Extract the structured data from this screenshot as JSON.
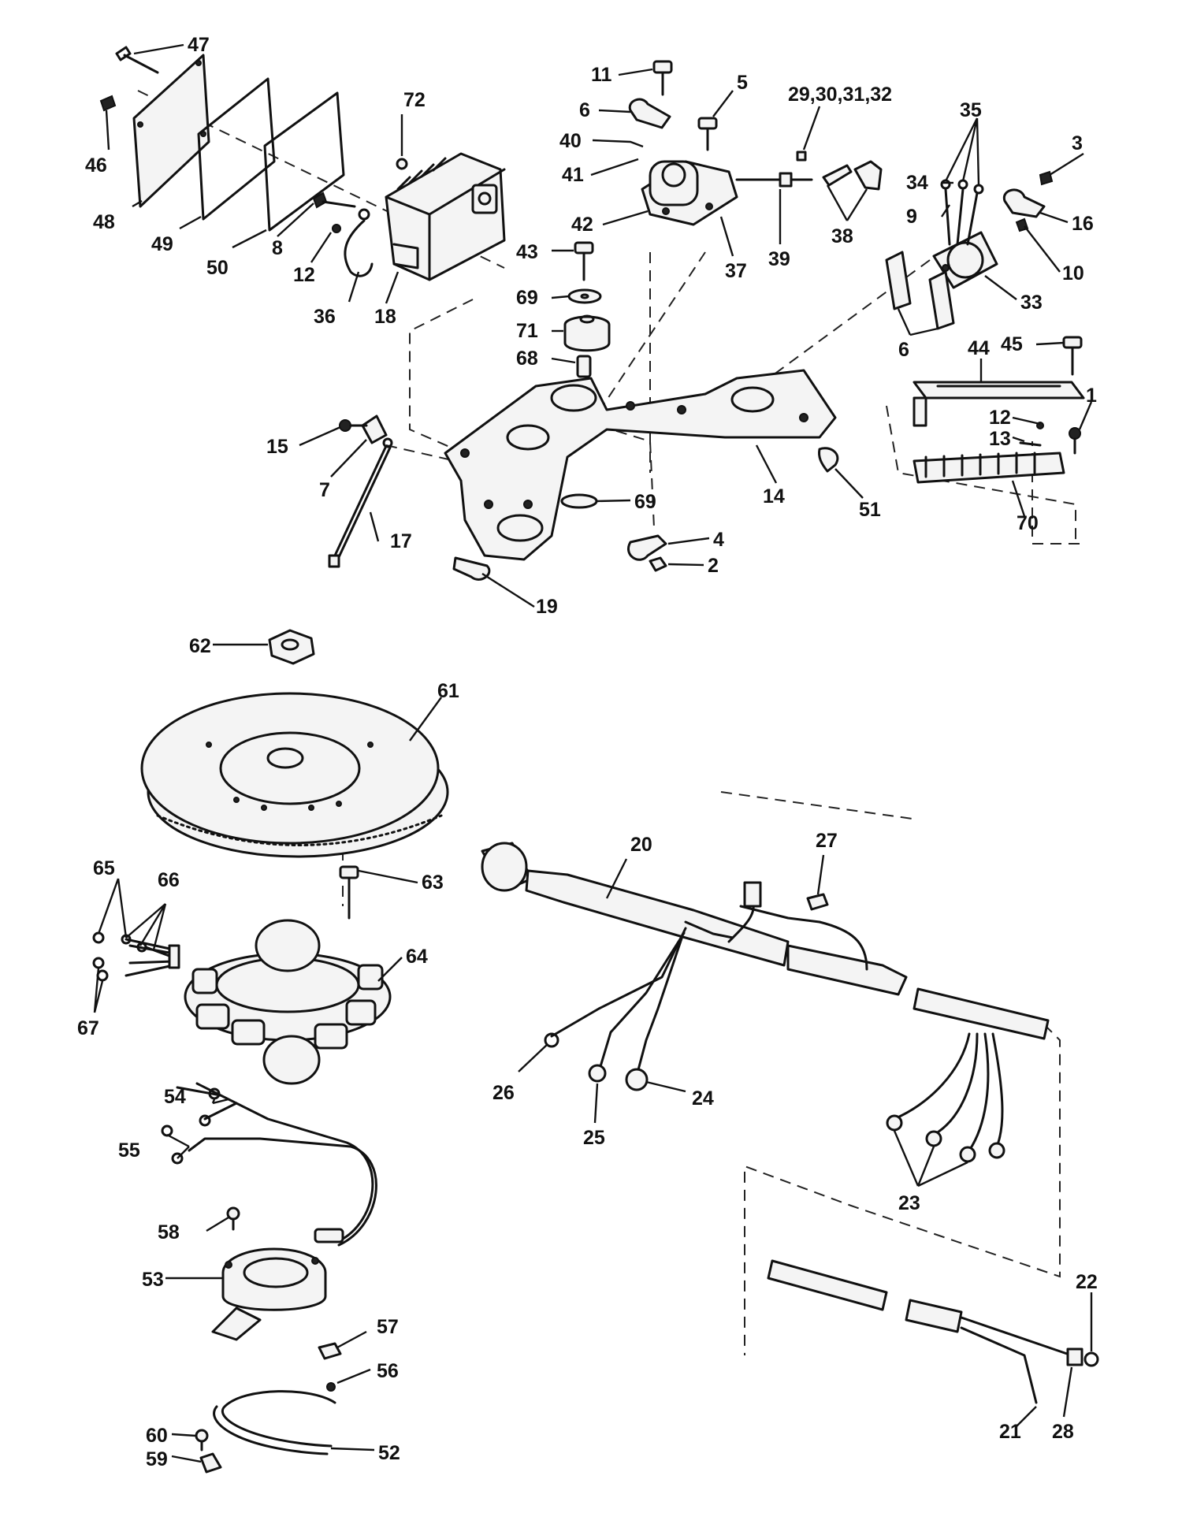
{
  "callouts": {
    "c47": "47",
    "c46": "46",
    "c48": "48",
    "c49": "49",
    "c50": "50",
    "c72": "72",
    "c8": "8",
    "c12a": "12",
    "c36": "36",
    "c18": "18",
    "c11": "11",
    "c6a": "6",
    "c40": "40",
    "c41": "41",
    "c42": "42",
    "c5": "5",
    "c37": "37",
    "c39": "39",
    "c29": "29,30,31,32",
    "c38": "38",
    "c35": "35",
    "c3": "3",
    "c34": "34",
    "c9": "9",
    "c16": "16",
    "c10": "10",
    "c33": "33",
    "c6b": "6",
    "c43": "43",
    "c69a": "69",
    "c71": "71",
    "c68": "68",
    "c45": "45",
    "c44": "44",
    "c1": "1",
    "c12b": "12",
    "c13": "13",
    "c70": "70",
    "c15": "15",
    "c7": "7",
    "c17": "17",
    "c19": "19",
    "c69b": "69",
    "c14": "14",
    "c4": "4",
    "c2": "2",
    "c51": "51",
    "c62": "62",
    "c61": "61",
    "c65": "65",
    "c66": "66",
    "c67": "67",
    "c63": "63",
    "c64": "64",
    "c20": "20",
    "c27": "27",
    "c26": "26",
    "c25": "25",
    "c24": "24",
    "c23": "23",
    "c54": "54",
    "c55": "55",
    "c58": "58",
    "c53": "53",
    "c57": "57",
    "c56": "56",
    "c60": "60",
    "c59": "59",
    "c52": "52",
    "c22": "22",
    "c21": "21",
    "c28": "28"
  }
}
